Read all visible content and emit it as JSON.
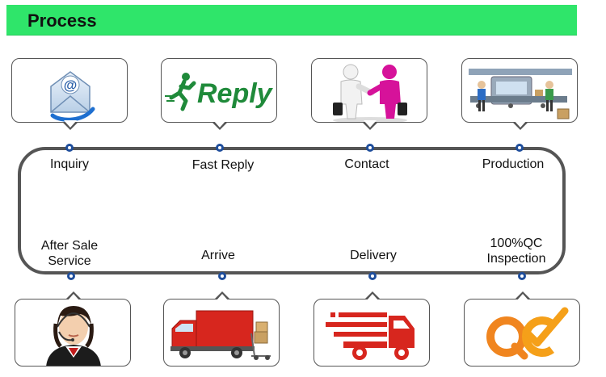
{
  "header": {
    "title": "Process"
  },
  "steps": {
    "inquiry": "Inquiry",
    "fast_reply": "Fast Reply",
    "contact": "Contact",
    "production": "Production",
    "after_sale_1": "After Sale",
    "after_sale_2": "Service",
    "arrive": "Arrive",
    "delivery": "Delivery",
    "qc_1": "100%QC",
    "qc_2": "Inspection"
  },
  "icons": {
    "reply_logo_text": "Reply",
    "email_symbol": "@"
  },
  "colors": {
    "header_bg": "#2fe56a",
    "dot_border": "#1f4e9c",
    "track": "#555555",
    "reply_green": "#1f8a3a",
    "truck_red": "#d7261e",
    "qc_orange": "#f0851f"
  }
}
